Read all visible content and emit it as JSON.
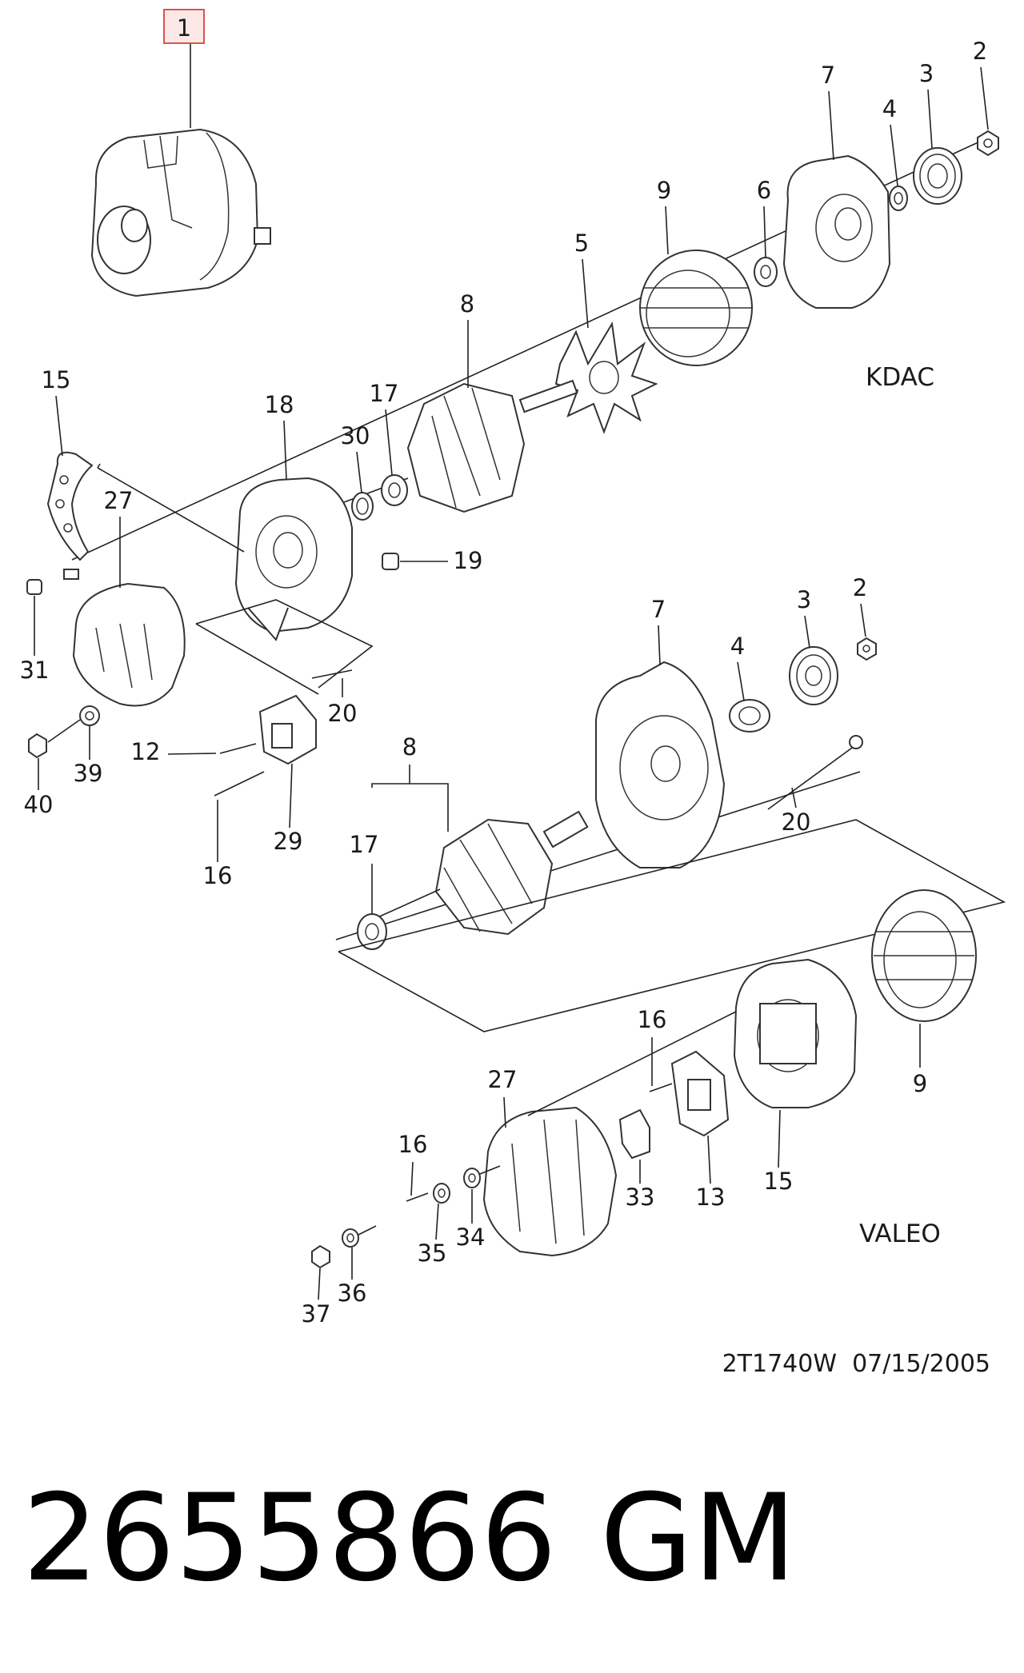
{
  "callouts": {
    "c1": "1",
    "kdac": {
      "c2": "2",
      "c3": "3",
      "c4": "4",
      "c5": "5",
      "c6": "6",
      "c7": "7",
      "c8": "8",
      "c9": "9",
      "c15": "15",
      "c17": "17",
      "c18": "18",
      "c19": "19",
      "c20": "20",
      "c27": "27",
      "c29": "29",
      "c30": "30",
      "c31": "31",
      "c39": "39",
      "c40": "40",
      "c12": "12",
      "c16": "16"
    },
    "valeo": {
      "c2": "2",
      "c3": "3",
      "c4": "4",
      "c7": "7",
      "c8": "8",
      "c17": "17",
      "c20": "20",
      "c9": "9",
      "c16a": "16",
      "c16b": "16",
      "c27": "27",
      "c33": "33",
      "c13": "13",
      "c15": "15",
      "c34": "34",
      "c35": "35",
      "c36": "36",
      "c37": "37"
    }
  },
  "brands": {
    "kdac": "KDAC",
    "valeo": "VALEO"
  },
  "figure_code": "2T1740W  07/15/2005",
  "part_number": "2655866",
  "manufacturer": "GM",
  "colors": {
    "highlight_box_border": "#d9534f",
    "highlight_box_fill": "#fde8e8",
    "ink": "#1a1a1a"
  }
}
